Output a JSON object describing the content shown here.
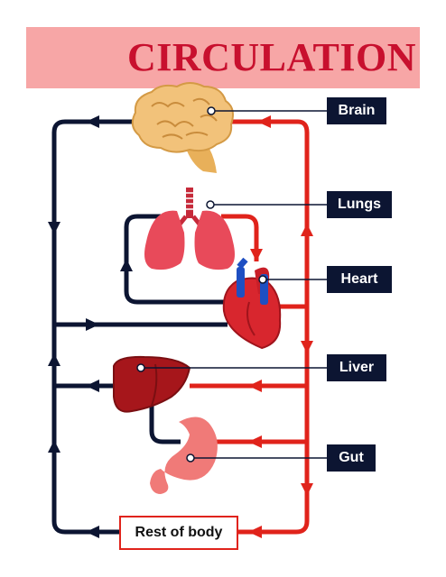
{
  "title": "CIRCULATION",
  "labels": {
    "brain": "Brain",
    "lungs": "Lungs",
    "heart": "Heart",
    "liver": "Liver",
    "gut": "Gut",
    "rest_of_body": "Rest of body"
  },
  "colors": {
    "oxygenated": "#e0231b",
    "deoxygenated": "#0c1532",
    "banner": "#f7a6a6",
    "title": "#c8102e"
  },
  "organs": [
    "brain-icon",
    "lungs-icon",
    "heart-icon",
    "liver-icon",
    "stomach-icon"
  ]
}
